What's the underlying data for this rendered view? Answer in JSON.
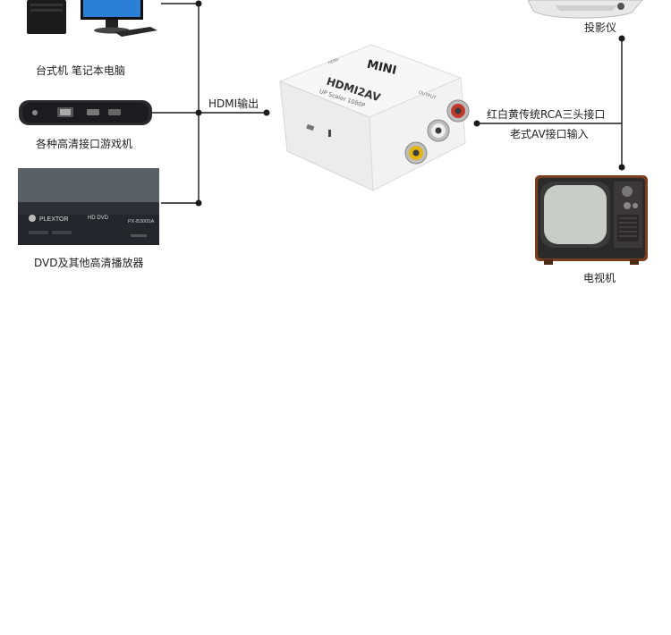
{
  "sources": [
    {
      "icon": "desktop-computer-icon",
      "label": "台式机 笔记本电脑"
    },
    {
      "icon": "game-console-icon",
      "label": "各种高清接口游戏机"
    },
    {
      "icon": "dvd-player-icon",
      "label": "DVD及其他高清播放器"
    }
  ],
  "input_label": "HDMI输出",
  "converter": {
    "brand": "MINI",
    "model": "HDMI2AV",
    "subtitle": "UP Scaler 1080P",
    "port_label": "OUTPUT",
    "side_label": "HDMI"
  },
  "output_labels": [
    "红白黄传统RCA三头接口",
    "老式AV接口输入"
  ],
  "targets": [
    {
      "icon": "projector-icon",
      "label": "投影仪"
    },
    {
      "icon": "crt-television-icon",
      "label": "电视机"
    }
  ],
  "dvd_brand": "PLEXTOR",
  "dvd_logo": "HD DVD",
  "dvd_model": "PX-B300SA",
  "colors": {
    "line": "#1a1a1a",
    "rca_red": "#c0392b",
    "rca_white": "#e8e8e8",
    "rca_yellow": "#e2b512"
  }
}
